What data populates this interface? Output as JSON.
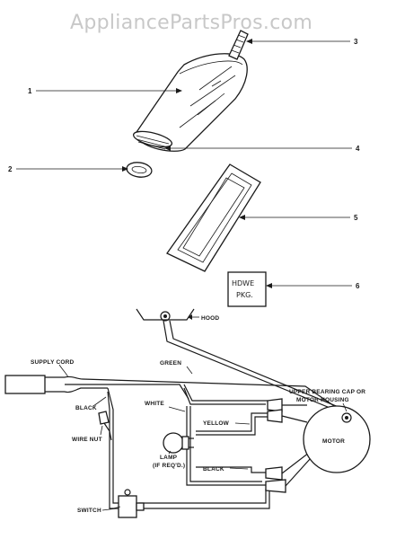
{
  "watermark": "AppliancePartsPros.com",
  "callouts": {
    "n1": "1",
    "n2": "2",
    "n3": "3",
    "n4": "4",
    "n5": "5",
    "n6": "6"
  },
  "hardware_box": {
    "line1": "HDWE",
    "line2": "PKG."
  },
  "wiring_labels": {
    "hood": "HOOD",
    "supply_cord": "SUPPLY CORD",
    "green": "GREEN",
    "white": "WHITE",
    "black_left": "BLACK",
    "yellow": "YELLOW",
    "black_lower": "BLACK",
    "wire_nut": "WIRE NUT",
    "lamp_line1": "LAMP",
    "lamp_line2": "(IF REQ'D.)",
    "switch": "SWITCH",
    "motor": "MOTOR",
    "bearing_line1": "UPPER BEARING CAP OR",
    "bearing_line2": "MOTOR HOUSING"
  }
}
